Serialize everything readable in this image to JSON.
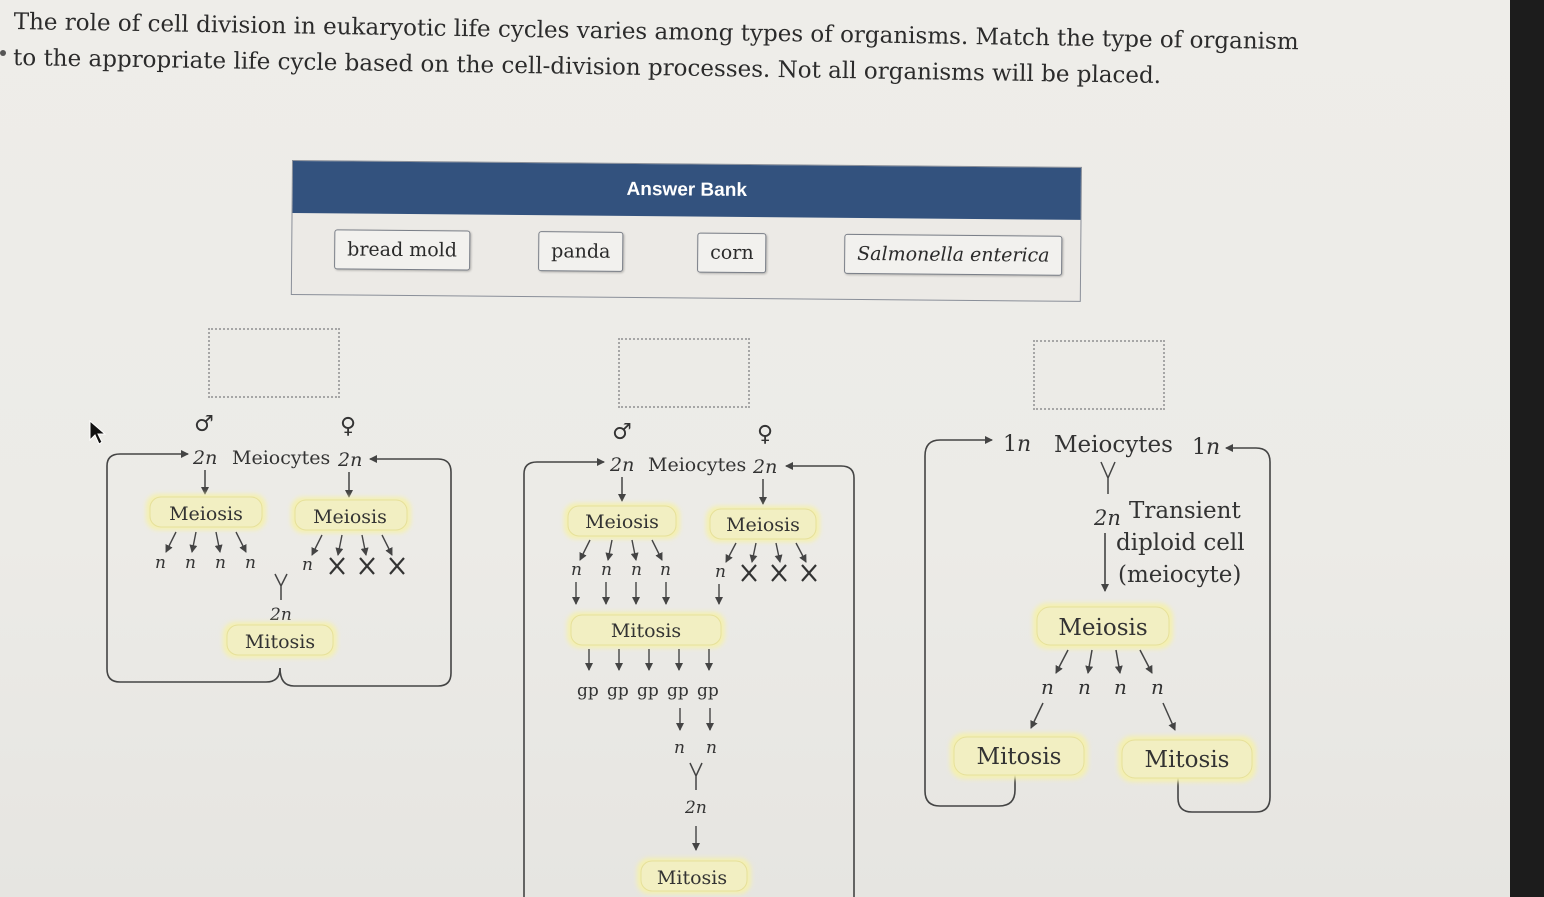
{
  "prompt": "The role of cell division in eukaryotic life cycles varies among types of organisms. Match the type of organism to the appropriate life cycle based on the cell-division processes. Not all organisms will be placed.",
  "answer_bank": {
    "title": "Answer Bank",
    "items": [
      "bread mold",
      "panda",
      "corn",
      "Salmonella enterica"
    ]
  },
  "diagram1": {
    "male": "♂",
    "female": "♀",
    "left_ploidy": "2n",
    "right_ploidy": "2n",
    "meiocytes": "Meiocytes",
    "meiosis_left": "Meiosis",
    "meiosis_right": "Meiosis",
    "n": "n",
    "diploid": "2n",
    "mitosis": "Mitosis"
  },
  "diagram2": {
    "male": "♂",
    "female": "♀",
    "left_ploidy": "2n",
    "right_ploidy": "2n",
    "meiocytes": "Meiocytes",
    "meiosis_left": "Meiosis",
    "meiosis_right": "Meiosis",
    "n": "n",
    "mitosis_1": "Mitosis",
    "gp": "gp",
    "diploid": "2n",
    "mitosis_2": "Mitosis"
  },
  "diagram3": {
    "left_ploidy": "1n",
    "right_ploidy": "1n",
    "meiocytes": "Meiocytes",
    "diploid": "2n",
    "transient_1": "Transient",
    "transient_2": "diploid cell",
    "transient_3": "(meiocyte)",
    "meiosis": "Meiosis",
    "n": "n",
    "mitosis_left": "Mitosis",
    "mitosis_right": "Mitosis"
  },
  "colors": {
    "header": "#33527e",
    "process_box": "#f4f0c0",
    "line": "#444444"
  }
}
